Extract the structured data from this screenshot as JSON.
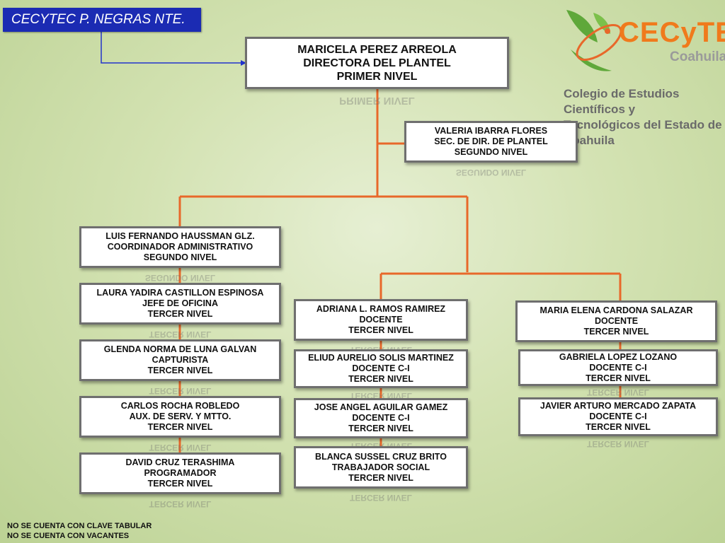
{
  "header": {
    "campus": "CECYTEC P. NEGRAS NTE."
  },
  "logo": {
    "wordmark": "CECyTE",
    "state": "Coahuila",
    "subtitle_line1": "Colegio de Estudios Científicos y",
    "subtitle_line2": "Tecnológicos del Estado de Coahuila"
  },
  "nodes": {
    "director": {
      "name": "MARICELA PEREZ ARREOLA",
      "role": "DIRECTORA DEL PLANTEL",
      "level": "PRIMER NIVEL"
    },
    "secretary": {
      "name": "VALERIA IBARRA FLORES",
      "role": "SEC. DE DIR. DE PLANTEL",
      "level": "SEGUNDO NIVEL"
    },
    "coordinator": {
      "name": "LUIS  FERNANDO HAUSSMAN GLZ.",
      "role": "COORDINADOR ADMINISTRATIVO",
      "level": "SEGUNDO NIVEL"
    },
    "office_chief": {
      "name": "LAURA YADIRA CASTILLON ESPINOSA",
      "role": "JEFE DE OFICINA",
      "level": "TERCER NIVEL"
    },
    "data_entry": {
      "name": "GLENDA NORMA DE LUNA GALVAN",
      "role": "CAPTURISTA",
      "level": "TERCER NIVEL"
    },
    "maintenance": {
      "name": "CARLOS ROCHA ROBLEDO",
      "role": "AUX. DE SERV. Y MTTO.",
      "level": "TERCER NIVEL"
    },
    "programmer": {
      "name": "DAVID CRUZ TERASHIMA",
      "role": "PROGRAMADOR",
      "level": "TERCER NIVEL"
    },
    "teacher_ramos": {
      "name": "ADRIANA L. RAMOS RAMIREZ",
      "role": "DOCENTE",
      "level": "TERCER NIVEL"
    },
    "teacher_solis": {
      "name": "ELIUD AURELIO SOLIS MARTINEZ",
      "role": "DOCENTE C-I",
      "level": "TERCER NIVEL"
    },
    "teacher_aguilar": {
      "name": "JOSE ANGEL AGUILAR GAMEZ",
      "role": "DOCENTE C-I",
      "level": "TERCER NIVEL"
    },
    "social_worker": {
      "name": "BLANCA SUSSEL CRUZ BRITO",
      "role": "TRABAJADOR SOCIAL",
      "level": "TERCER NIVEL"
    },
    "teacher_cardona": {
      "name": "MARIA ELENA CARDONA SALAZAR",
      "role": "DOCENTE",
      "level": "TERCER NIVEL"
    },
    "teacher_lopez": {
      "name": "GABRIELA LOPEZ LOZANO",
      "role": "DOCENTE C-I",
      "level": "TERCER NIVEL"
    },
    "teacher_mercado": {
      "name": "JAVIER ARTURO MERCADO ZAPATA",
      "role": "DOCENTE C-I",
      "level": "TERCER NIVEL"
    }
  },
  "notes": {
    "line1": "NO SE CUENTA CON CLAVE TABULAR",
    "line2": "NO SE CUENTA CON VACANTES"
  },
  "colors": {
    "connector": "#e8682a",
    "title_bg": "#1b2bb3",
    "arrow": "#2233cc"
  }
}
